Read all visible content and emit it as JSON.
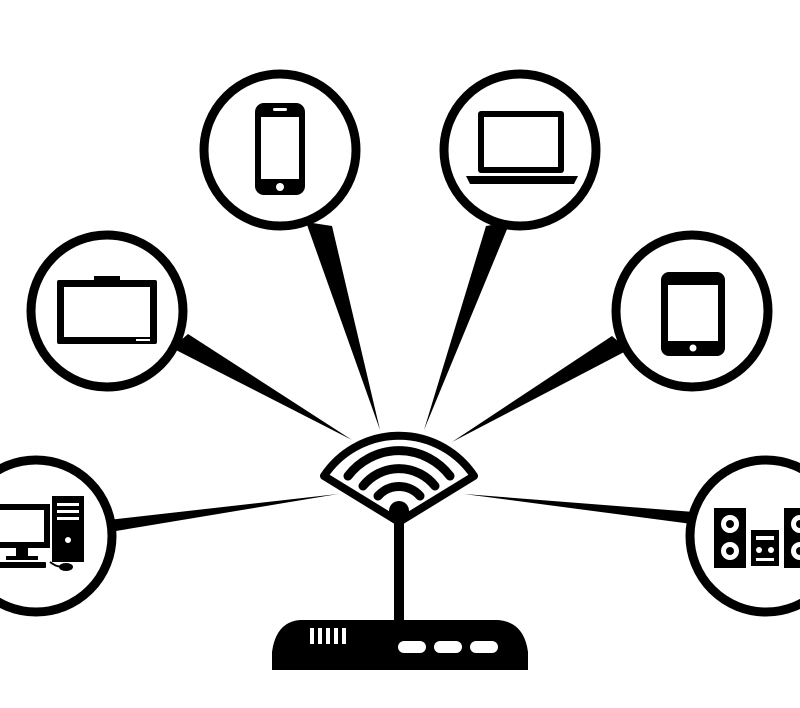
{
  "diagram": {
    "style": "black line-art on white",
    "colors": {
      "ink": "#000000",
      "paper": "#ffffff"
    },
    "hub": {
      "device": "wifi-router",
      "icon": "wifi-icon"
    },
    "devices": [
      {
        "id": "desktop",
        "icon": "desktop-computer-icon"
      },
      {
        "id": "tv",
        "icon": "tv-icon"
      },
      {
        "id": "phone",
        "icon": "smartphone-icon"
      },
      {
        "id": "laptop",
        "icon": "laptop-icon"
      },
      {
        "id": "tablet",
        "icon": "tablet-icon"
      },
      {
        "id": "stereo",
        "icon": "stereo-speakers-icon"
      }
    ]
  }
}
